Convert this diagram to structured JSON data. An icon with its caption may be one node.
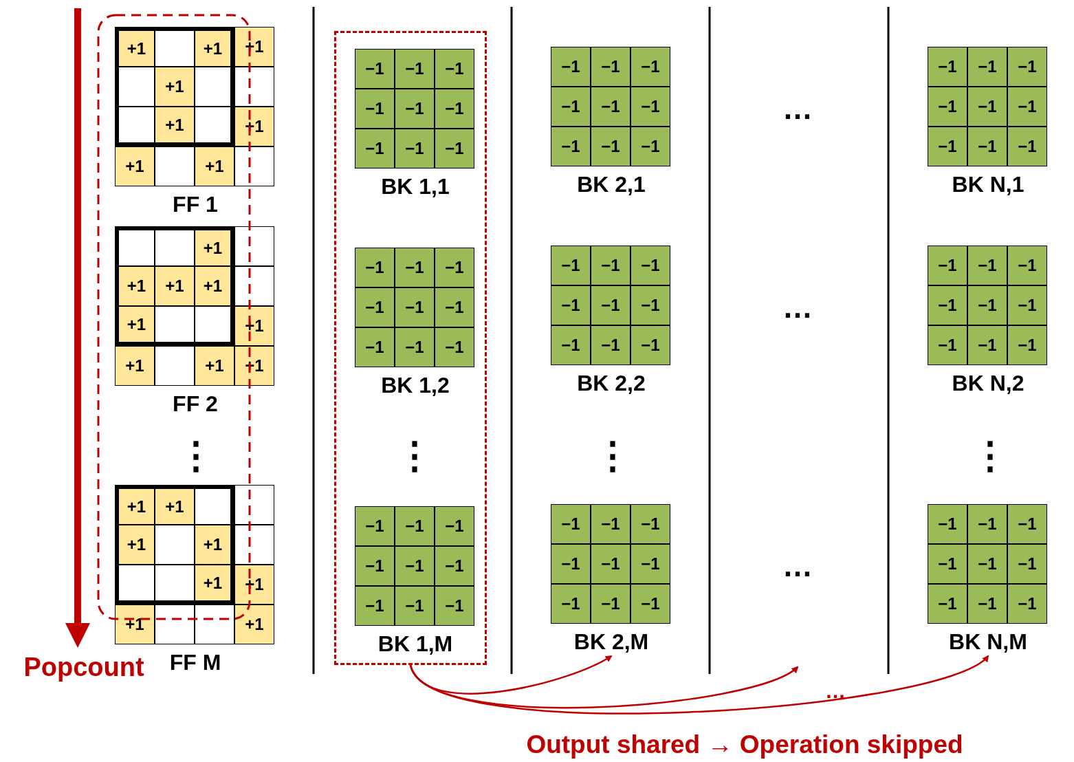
{
  "diagram": {
    "caption": "Output shared → Operation skipped",
    "nodes": [
      {
        "text": [
          "FF 1"
        ]
      },
      {
        "text": [
          "+1"
        ],
        "in": 0
      },
      {
        "text": [],
        "shape": "box",
        "in": 0
      },
      {
        "text": [
          "+1"
        ],
        "in": 0
      },
      {
        "text": [
          "+1"
        ],
        "in": 0
      },
      {
        "text": [],
        "shape": "box",
        "in": 0
      },
      {
        "text": [
          "+1"
        ],
        "in": 0
      },
      {
        "text": [],
        "shape": "box",
        "in": 0
      },
      {
        "text": [],
        "shape": "box",
        "in": 0
      },
      {
        "text": [],
        "shape": "box",
        "in": 0
      },
      {
        "text": [
          "+1"
        ],
        "in": 0
      },
      {
        "text": [],
        "shape": "box",
        "in": 0
      },
      {
        "text": [
          "+1"
        ],
        "in": 0
      },
      {
        "text": [
          "+1"
        ],
        "in": 0
      },
      {
        "text": [],
        "shape": "box",
        "in": 0
      },
      {
        "text": [
          "+1"
        ],
        "in": 0
      },
      {
        "text": [],
        "shape": "box",
        "in": 0
      },
      {
        "text": [
          "FF 2"
        ]
      },
      {
        "text": [],
        "shape": "box",
        "in": 17
      },
      {
        "text": [],
        "shape": "box",
        "in": 17
      },
      {
        "text": [
          "+1"
        ],
        "in": 17
      },
      {
        "text": [],
        "shape": "box",
        "in": 17
      },
      {
        "text": [
          "+1"
        ],
        "in": 17
      },
      {
        "text": [
          "+1"
        ],
        "in": 17
      },
      {
        "text": [
          "+1"
        ],
        "in": 17
      },
      {
        "text": [],
        "shape": "box",
        "in": 17
      },
      {
        "text": [
          "+1"
        ],
        "in": 17
      },
      {
        "text": [],
        "shape": "box",
        "in": 17
      },
      {
        "text": [],
        "shape": "box",
        "in": 17
      },
      {
        "text": [
          "+1"
        ],
        "in": 17
      },
      {
        "text": [
          "+1"
        ],
        "in": 17
      },
      {
        "text": [],
        "shape": "box",
        "in": 17
      },
      {
        "text": [
          "+1"
        ],
        "in": 17
      },
      {
        "text": [
          "+1"
        ],
        "in": 17
      },
      {
        "text": [
          "FF M"
        ]
      },
      {
        "text": [
          "+1"
        ],
        "in": 34
      },
      {
        "text": [
          "+1"
        ],
        "in": 34
      },
      {
        "text": [],
        "shape": "box",
        "in": 34
      },
      {
        "text": [],
        "shape": "box",
        "in": 34
      },
      {
        "text": [
          "+1"
        ],
        "in": 34
      },
      {
        "text": [],
        "shape": "box",
        "in": 34
      },
      {
        "text": [
          "+1"
        ],
        "in": 34
      },
      {
        "text": [],
        "shape": "box",
        "in": 34
      },
      {
        "text": [],
        "shape": "box",
        "in": 34
      },
      {
        "text": [],
        "shape": "box",
        "in": 34
      },
      {
        "text": [
          "+1"
        ],
        "in": 34
      },
      {
        "text": [
          "+1"
        ],
        "in": 34
      },
      {
        "text": [
          "+1"
        ],
        "in": 34
      },
      {
        "text": [],
        "shape": "box",
        "in": 34
      },
      {
        "text": [],
        "shape": "box",
        "in": 34
      },
      {
        "text": [
          "+1"
        ],
        "in": 34
      },
      {
        "text": [],
        "shape": "box"
      },
      {
        "text": [
          "BK 1,1"
        ],
        "in": 51
      },
      {
        "text": [
          "−1"
        ],
        "in": 52
      },
      {
        "text": [
          "−1"
        ],
        "in": 52
      },
      {
        "text": [
          "−1"
        ],
        "in": 52
      },
      {
        "text": [
          "−1"
        ],
        "in": 52
      },
      {
        "text": [
          "−1"
        ],
        "in": 52
      },
      {
        "text": [
          "−1"
        ],
        "in": 52
      },
      {
        "text": [
          "−1"
        ],
        "in": 52
      },
      {
        "text": [
          "−1"
        ],
        "in": 52
      },
      {
        "text": [
          "−1"
        ],
        "in": 52
      },
      {
        "text": [
          "BK 2,1"
        ]
      },
      {
        "text": [
          "−1"
        ],
        "in": 62
      },
      {
        "text": [
          "−1"
        ],
        "in": 62
      },
      {
        "text": [
          "−1"
        ],
        "in": 62
      },
      {
        "text": [
          "−1"
        ],
        "in": 62
      },
      {
        "text": [
          "−1"
        ],
        "in": 62
      },
      {
        "text": [
          "−1"
        ],
        "in": 62
      },
      {
        "text": [
          "−1"
        ],
        "in": 62
      },
      {
        "text": [
          "−1"
        ],
        "in": 62
      },
      {
        "text": [
          "−1"
        ],
        "in": 62
      },
      {
        "text": [
          "BK N,1"
        ]
      },
      {
        "text": [
          "−1"
        ],
        "in": 72
      },
      {
        "text": [
          "−1"
        ],
        "in": 72
      },
      {
        "text": [
          "−1"
        ],
        "in": 72
      },
      {
        "text": [
          "−1"
        ],
        "in": 72
      },
      {
        "text": [
          "−1"
        ],
        "in": 72
      },
      {
        "text": [
          "−1"
        ],
        "in": 72
      },
      {
        "text": [
          "−1"
        ],
        "in": 72
      },
      {
        "text": [
          "−1"
        ],
        "in": 72
      },
      {
        "text": [
          "−1"
        ],
        "in": 72
      },
      {
        "text": [
          "BK 1,2"
        ],
        "in": 51
      },
      {
        "text": [
          "−1"
        ],
        "in": 82
      },
      {
        "text": [
          "−1"
        ],
        "in": 82
      },
      {
        "text": [
          "−1"
        ],
        "in": 82
      },
      {
        "text": [
          "−1"
        ],
        "in": 82
      },
      {
        "text": [
          "−1"
        ],
        "in": 82
      },
      {
        "text": [
          "−1"
        ],
        "in": 82
      },
      {
        "text": [
          "−1"
        ],
        "in": 82
      },
      {
        "text": [
          "−1"
        ],
        "in": 82
      },
      {
        "text": [
          "−1"
        ],
        "in": 82
      },
      {
        "text": [
          "BK 2,2"
        ]
      },
      {
        "text": [
          "−1"
        ],
        "in": 92
      },
      {
        "text": [
          "−1"
        ],
        "in": 92
      },
      {
        "text": [
          "−1"
        ],
        "in": 92
      },
      {
        "text": [
          "−1"
        ],
        "in": 92
      },
      {
        "text": [
          "−1"
        ],
        "in": 92
      },
      {
        "text": [
          "−1"
        ],
        "in": 92
      },
      {
        "text": [
          "−1"
        ],
        "in": 92
      },
      {
        "text": [
          "−1"
        ],
        "in": 92
      },
      {
        "text": [
          "−1"
        ],
        "in": 92
      },
      {
        "text": [
          "BK N,2"
        ]
      },
      {
        "text": [
          "−1"
        ],
        "in": 102
      },
      {
        "text": [
          "−1"
        ],
        "in": 102
      },
      {
        "text": [
          "−1"
        ],
        "in": 102
      },
      {
        "text": [
          "−1"
        ],
        "in": 102
      },
      {
        "text": [
          "−1"
        ],
        "in": 102
      },
      {
        "text": [
          "−1"
        ],
        "in": 102
      },
      {
        "text": [
          "−1"
        ],
        "in": 102
      },
      {
        "text": [
          "−1"
        ],
        "in": 102
      },
      {
        "text": [
          "−1"
        ],
        "in": 102
      },
      {
        "text": [
          "BK 1,M"
        ],
        "in": 51
      },
      {
        "text": [
          "−1"
        ],
        "in": 112
      },
      {
        "text": [
          "−1"
        ],
        "in": 112
      },
      {
        "text": [
          "−1"
        ],
        "in": 112
      },
      {
        "text": [
          "−1"
        ],
        "in": 112
      },
      {
        "text": [
          "−1"
        ],
        "in": 112
      },
      {
        "text": [
          "−1"
        ],
        "in": 112
      },
      {
        "text": [
          "−1"
        ],
        "in": 112
      },
      {
        "text": [
          "−1"
        ],
        "in": 112
      },
      {
        "text": [
          "−1"
        ],
        "in": 112
      },
      {
        "text": [
          "BK 2,M"
        ]
      },
      {
        "text": [
          "−1"
        ],
        "in": 122
      },
      {
        "text": [
          "−1"
        ],
        "in": 122
      },
      {
        "text": [
          "−1"
        ],
        "in": 122
      },
      {
        "text": [
          "−1"
        ],
        "in": 122
      },
      {
        "text": [
          "−1"
        ],
        "in": 122
      },
      {
        "text": [
          "−1"
        ],
        "in": 122
      },
      {
        "text": [
          "−1"
        ],
        "in": 122
      },
      {
        "text": [
          "−1"
        ],
        "in": 122
      },
      {
        "text": [
          "−1"
        ],
        "in": 122
      },
      {
        "text": [
          "BK N,M"
        ]
      },
      {
        "text": [
          "−1"
        ],
        "in": 132
      },
      {
        "text": [
          "−1"
        ],
        "in": 132
      },
      {
        "text": [
          "−1"
        ],
        "in": 132
      },
      {
        "text": [
          "−1"
        ],
        "in": 132
      },
      {
        "text": [
          "−1"
        ],
        "in": 132
      },
      {
        "text": [
          "−1"
        ],
        "in": 132
      },
      {
        "text": [
          "−1"
        ],
        "in": 132
      },
      {
        "text": [
          "−1"
        ],
        "in": 132
      },
      {
        "text": [
          "−1"
        ],
        "in": 132
      }
    ],
    "edges": [
      {
        "from": 51,
        "to": 122,
        "arrow": "to"
      },
      {
        "from": 51,
        "to": null,
        "arrow": "to"
      },
      {
        "from": 51,
        "to": 132,
        "arrow": "to"
      }
    ],
    "labels": [
      "…",
      "…",
      "⋮",
      "⋮",
      "⋮",
      "⋮",
      "…",
      "Popcount",
      "…"
    ]
  }
}
